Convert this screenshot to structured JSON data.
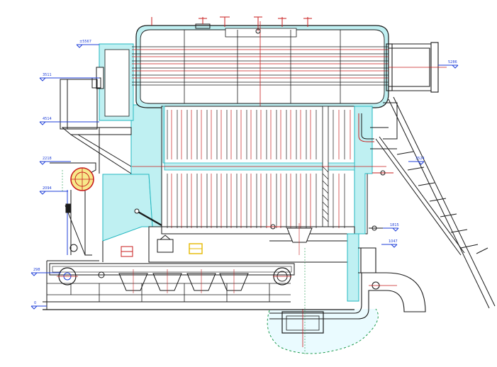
{
  "diagram": {
    "palette": {
      "outline": "#1a1a1a",
      "blue": "#1f3fd8",
      "red": "#c81e1e",
      "cyan_fill": "#bff0f2",
      "cyan_stroke": "#25b7c0",
      "green": "#1e9a4d",
      "yellow": "#f0d200",
      "dim": "#2c3fcf"
    },
    "elevation_marks": [
      {
        "id": "top-left",
        "label": "±5567"
      },
      {
        "id": "upper-left",
        "label": "3511"
      },
      {
        "id": "middle-left",
        "label": "4514"
      },
      {
        "id": "hopper-left",
        "label": "2218"
      },
      {
        "id": "lower-left",
        "label": "2094"
      },
      {
        "id": "base-left",
        "label": "298"
      },
      {
        "id": "ground-left",
        "label": "0"
      },
      {
        "id": "outlet-right",
        "label": "5286"
      },
      {
        "id": "stair-right",
        "label": "3524"
      },
      {
        "id": "grate-right",
        "label": "1815"
      },
      {
        "id": "floor-right",
        "label": "1047"
      }
    ]
  }
}
